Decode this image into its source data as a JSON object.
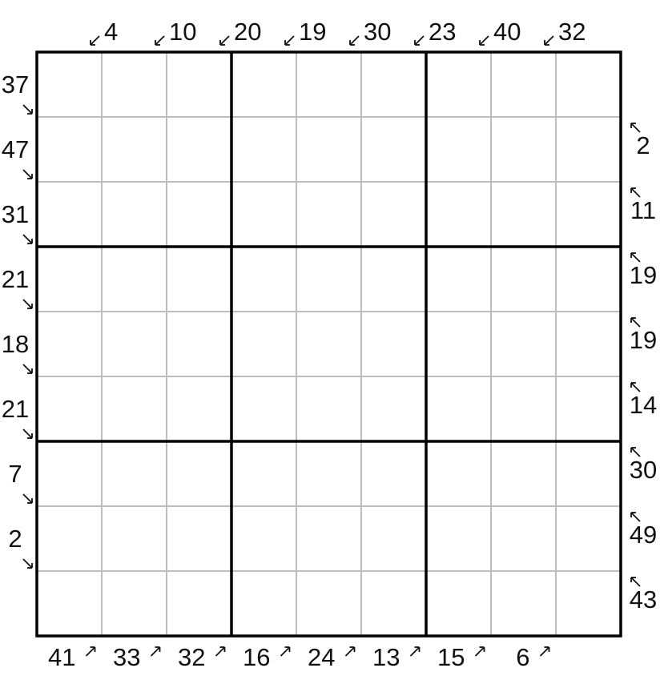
{
  "puzzle": {
    "grid_size": 9,
    "box_size": 3,
    "clues": {
      "top": [
        "4",
        "10",
        "20",
        "19",
        "30",
        "23",
        "40",
        "32"
      ],
      "left": [
        "37",
        "47",
        "31",
        "21",
        "18",
        "21",
        "7",
        "2"
      ],
      "right": [
        "2",
        "11",
        "19",
        "19",
        "14",
        "30",
        "49",
        "43"
      ],
      "bottom": [
        "41",
        "33",
        "32",
        "16",
        "24",
        "13",
        "15",
        "6"
      ]
    },
    "arrows": {
      "top": "down-left-arrow-icon",
      "left": "down-right-arrow-icon",
      "right": "up-left-arrow-icon",
      "bottom": "up-right-arrow-icon"
    },
    "colors": {
      "thick_line": "#000000",
      "thin_line": "#bdbdbd",
      "text": "#111111"
    }
  }
}
